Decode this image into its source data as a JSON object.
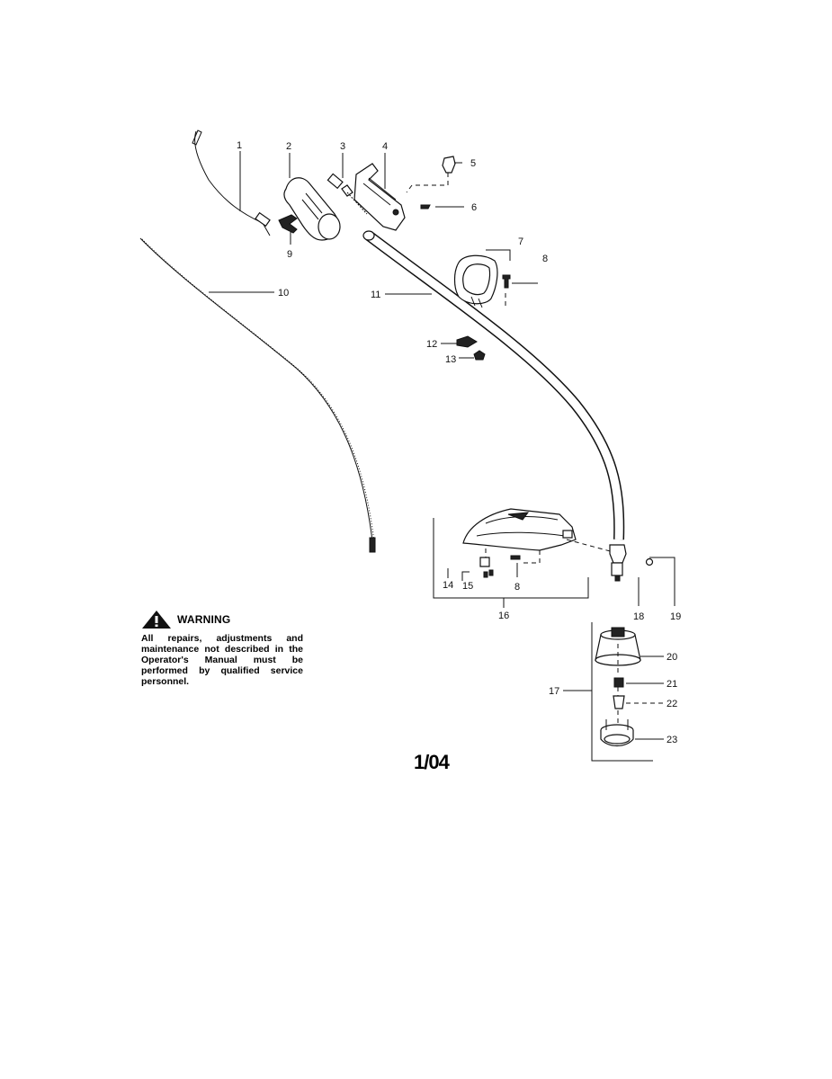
{
  "part_numbers": {
    "p1": "1",
    "p2": "2",
    "p3": "3",
    "p4": "4",
    "p5": "5",
    "p6": "6",
    "p7": "7",
    "p8a": "8",
    "p8b": "8",
    "p9": "9",
    "p10": "10",
    "p11": "11",
    "p12": "12",
    "p13": "13",
    "p14": "14",
    "p15": "15",
    "p16": "16",
    "p17": "17",
    "p18": "18",
    "p19": "19",
    "p20": "20",
    "p21": "21",
    "p22": "22",
    "p23": "23"
  },
  "warning": {
    "icon": "warning-triangle-icon",
    "title": "WARNING",
    "text": "All repairs, adjustments and maintenance not described in the Operator's Manual must be performed by qualified service personnel."
  },
  "page_code": "1/04"
}
